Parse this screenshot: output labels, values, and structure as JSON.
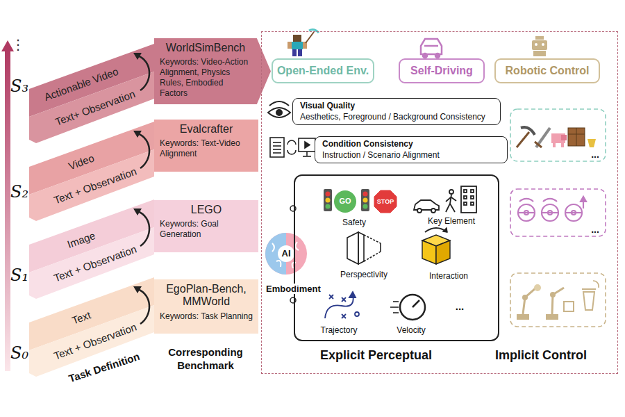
{
  "diagram": {
    "nodes": [
      {
        "text": [
          "Actionable Video",
          "Text+ Observation"
        ]
      },
      {
        "text": [
          "WorldSimBench",
          "Keywords: Video-Action Alignment, Physics Rules, Embodied Factors"
        ]
      },
      {
        "text": [
          "Video",
          "Text + Observation"
        ]
      },
      {
        "text": [
          "Evalcrafter",
          "Keywords: Text-Video Alignment"
        ]
      },
      {
        "text": [
          "Image",
          "Text + Observation"
        ]
      },
      {
        "text": [
          "LEGO",
          "Keywords: Goal Generation"
        ]
      },
      {
        "text": [
          "Text",
          "Text + Observation"
        ]
      },
      {
        "text": [
          "EgoPlan-Bench, MMWorld",
          "Keywords: Task Planning"
        ]
      },
      {
        "text": [
          "Explicit Perceptual",
          "Implicit Control"
        ]
      },
      {
        "text": [
          "Open-Ended Env."
        ],
        "in": 8
      },
      {
        "text": [
          "Self-Driving"
        ],
        "in": 8
      },
      {
        "text": [
          "Robotic Control"
        ],
        "in": 8
      },
      {
        "text": [
          "Visual Quality",
          "Aesthetics, Foreground / Background Consistency"
        ],
        "in": 8
      },
      {
        "text": [
          "Condition Consistency",
          "Instruction / Scenario Alignment"
        ],
        "in": 8
      },
      {
        "text": [
          "Embodiment"
        ],
        "in": 8
      }
    ],
    "labels": [
      "⋮",
      "S₃",
      "S₂",
      "S₁",
      "S₀",
      "Task Definition",
      "Corresponding Benchmark",
      "GO",
      "STOP",
      "Safety",
      "Key Element",
      "Perspectivity",
      "Interaction",
      "Trajectory",
      "Velocity",
      "...",
      "AI",
      "...",
      "..."
    ]
  }
}
